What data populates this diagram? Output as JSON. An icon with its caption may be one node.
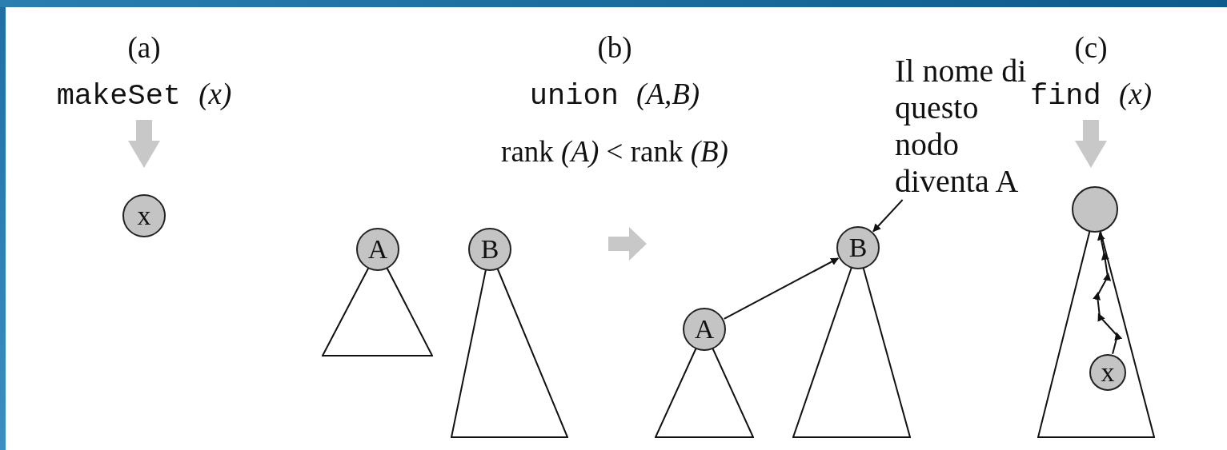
{
  "diagram": {
    "nodes": [
      {
        "text": [
          "x"
        ]
      },
      {
        "text": [
          "A"
        ]
      },
      {
        "text": [],
        "shape": "triangle"
      },
      {
        "text": [
          "B"
        ]
      },
      {
        "text": [],
        "shape": "triangle"
      },
      {
        "text": [
          "A"
        ]
      },
      {
        "text": [],
        "shape": "triangle"
      },
      {
        "text": [
          "B"
        ]
      },
      {
        "text": [],
        "shape": "triangle"
      },
      {
        "text": [
          "Il nome di questo nodo diventa A"
        ]
      },
      {
        "text": [],
        "shape": "circle"
      },
      {
        "text": [],
        "shape": "triangle"
      },
      {
        "text": [
          "x"
        ],
        "in": 11
      }
    ],
    "edges": [
      {
        "from": 5,
        "to": 7,
        "arrow": "to"
      },
      {
        "from": 9,
        "to": 7,
        "arrow": "to"
      },
      {
        "from": 12,
        "to": 10,
        "arrow": "to"
      }
    ],
    "labels": [
      "(a)",
      "makeSet *(x)*",
      "(b)",
      "union *(A,B)*",
      "rank *(A)* < rank *(B)*",
      "(c)",
      "find *(x)*"
    ]
  }
}
